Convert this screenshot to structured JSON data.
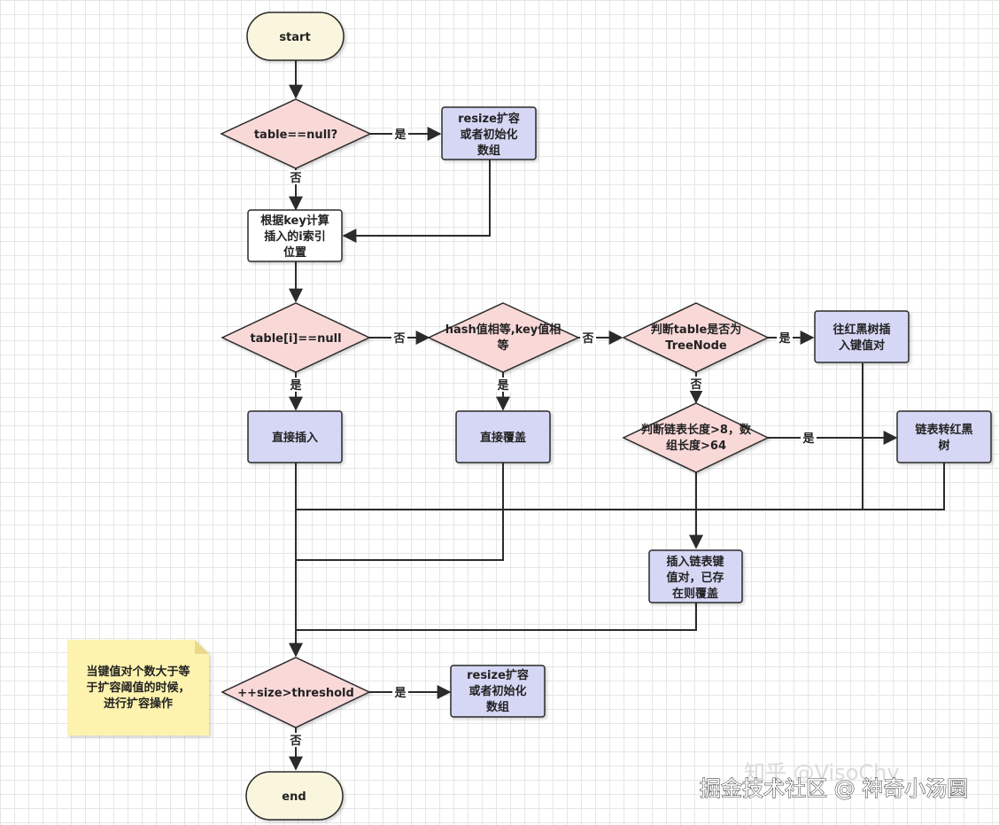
{
  "nodes": {
    "start": "start",
    "check_table_null": "table==null?",
    "resize_init_1": [
      "resize扩容",
      "或者初始化",
      "数组"
    ],
    "calc_index": [
      "根据key计算",
      "插入的i索引",
      "位置"
    ],
    "check_slot_null": "table[i]==null",
    "check_key_equal": [
      "hash值相等,key值相",
      "等"
    ],
    "check_treenode": [
      "判断table是否为",
      "TreeNode"
    ],
    "tree_insert": [
      "往红黑树插",
      "入键值对"
    ],
    "direct_insert": "直接插入",
    "direct_overwrite": "直接覆盖",
    "check_list_length": [
      "判断链表长度>8，数",
      "组长度>64"
    ],
    "list_to_tree": [
      "链表转红黑",
      "树"
    ],
    "list_insert": [
      "插入链表键",
      "值对，已存",
      "在则覆盖"
    ],
    "check_threshold": "++size>threshold",
    "resize_init_2": [
      "resize扩容",
      "或者初始化",
      "数组"
    ],
    "end": "end"
  },
  "edge_labels": {
    "yes": "是",
    "no": "否"
  },
  "note": [
    "当键值对个数大于等",
    "于扩容阈值的时候，",
    "进行扩容操作"
  ],
  "watermark": {
    "faded": "知乎 @VisoChy",
    "main": "掘金技术社区 @ 神奇小汤圆"
  },
  "colors": {
    "terminal_fill": "#f9f6dd",
    "decision_fill": "#f9d8d8",
    "process_fill": "#d5d7f5",
    "plain_fill": "#ffffff",
    "note_fill": "#fdf3ae",
    "stroke": "#2b2b2b"
  }
}
